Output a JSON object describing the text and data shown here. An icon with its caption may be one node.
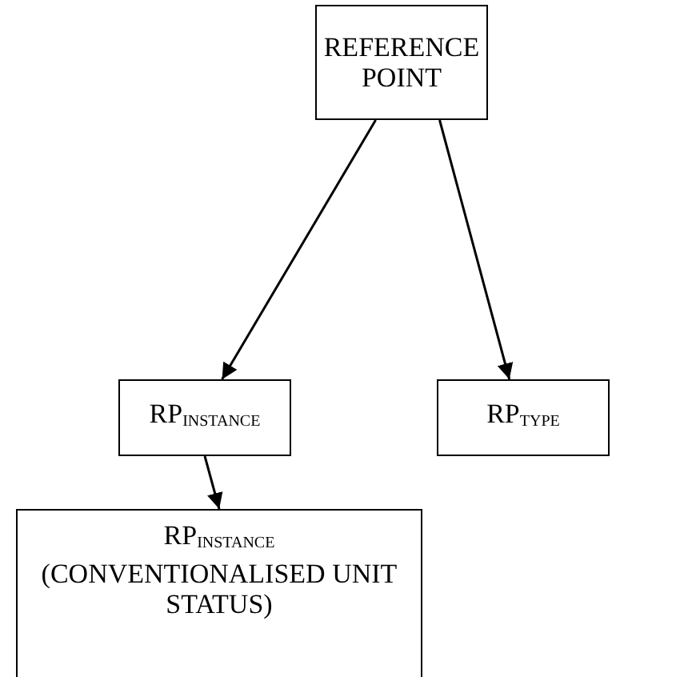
{
  "diagram": {
    "nodes": [
      {
        "text": [
          "REFERENCE POINT"
        ]
      },
      {
        "text": [
          "RP$_{INSTANCE}$"
        ]
      },
      {
        "text": [
          "RP$_{TYPE}$"
        ]
      },
      {
        "text": [
          "RP$_{INSTANCE}$",
          "(CONVENTIONALISED UNIT STATUS)"
        ]
      }
    ],
    "edges": [
      {
        "from": 0,
        "to": 1,
        "arrow": "to"
      },
      {
        "from": 0,
        "to": 2,
        "arrow": "to"
      },
      {
        "from": 1,
        "to": 3,
        "arrow": "to"
      }
    ]
  }
}
